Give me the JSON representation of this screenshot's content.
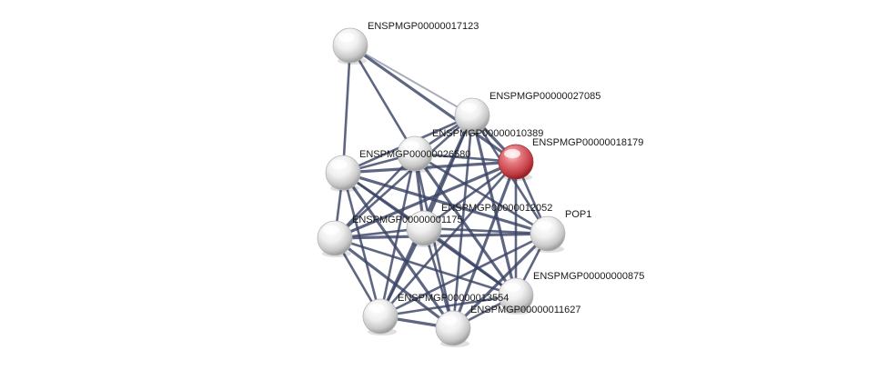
{
  "network": {
    "nodes": [
      {
        "id": "n17123",
        "label": "ENSPMGP00000017123",
        "highlight": false
      },
      {
        "id": "n27085",
        "label": "ENSPMGP00000027085",
        "highlight": false
      },
      {
        "id": "n10389",
        "label": "ENSPMGP00000010389",
        "highlight": false
      },
      {
        "id": "n18179",
        "label": "ENSPMGP00000018179",
        "highlight": true
      },
      {
        "id": "n26580",
        "label": "ENSPMGP00000026580",
        "highlight": false
      },
      {
        "id": "n12052",
        "label": "ENSPMGP00000012052",
        "highlight": false
      },
      {
        "id": "pop1",
        "label": "POP1",
        "highlight": false
      },
      {
        "id": "n01175",
        "label": "ENSPMGP00000001175",
        "highlight": false
      },
      {
        "id": "n00875",
        "label": "ENSPMGP00000000875",
        "highlight": false
      },
      {
        "id": "n13554",
        "label": "ENSPMGP00000013554",
        "highlight": false
      },
      {
        "id": "n11627",
        "label": "ENSPMGP00000011627",
        "highlight": false
      }
    ],
    "edges": [
      [
        "n17123",
        "n27085"
      ],
      [
        "n17123",
        "n10389"
      ],
      [
        "n17123",
        "n26580"
      ],
      [
        "n17123",
        "n18179"
      ],
      [
        "n27085",
        "n10389"
      ],
      [
        "n27085",
        "n26580"
      ],
      [
        "n27085",
        "n18179"
      ],
      [
        "n27085",
        "n12052"
      ],
      [
        "n27085",
        "n01175"
      ],
      [
        "n27085",
        "n13554"
      ],
      [
        "n27085",
        "n11627"
      ],
      [
        "n27085",
        "pop1"
      ],
      [
        "n27085",
        "n00875"
      ],
      [
        "n10389",
        "n26580"
      ],
      [
        "n10389",
        "n18179"
      ],
      [
        "n10389",
        "n12052"
      ],
      [
        "n10389",
        "pop1"
      ],
      [
        "n10389",
        "n01175"
      ],
      [
        "n10389",
        "n00875"
      ],
      [
        "n10389",
        "n13554"
      ],
      [
        "n10389",
        "n11627"
      ],
      [
        "n26580",
        "n18179"
      ],
      [
        "n26580",
        "n12052"
      ],
      [
        "n26580",
        "n01175"
      ],
      [
        "n26580",
        "pop1"
      ],
      [
        "n26580",
        "n00875"
      ],
      [
        "n26580",
        "n13554"
      ],
      [
        "n26580",
        "n11627"
      ],
      [
        "n18179",
        "n12052"
      ],
      [
        "n18179",
        "pop1"
      ],
      [
        "n18179",
        "n01175"
      ],
      [
        "n18179",
        "n00875"
      ],
      [
        "n18179",
        "n13554"
      ],
      [
        "n18179",
        "n11627"
      ],
      [
        "n12052",
        "pop1"
      ],
      [
        "n12052",
        "n01175"
      ],
      [
        "n12052",
        "n00875"
      ],
      [
        "n12052",
        "n13554"
      ],
      [
        "n12052",
        "n11627"
      ],
      [
        "pop1",
        "n01175"
      ],
      [
        "pop1",
        "n00875"
      ],
      [
        "pop1",
        "n13554"
      ],
      [
        "pop1",
        "n11627"
      ],
      [
        "n01175",
        "n00875"
      ],
      [
        "n01175",
        "n13554"
      ],
      [
        "n01175",
        "n11627"
      ],
      [
        "n00875",
        "n13554"
      ],
      [
        "n00875",
        "n11627"
      ],
      [
        "n13554",
        "n11627"
      ]
    ],
    "colors": {
      "edge": "#3b4466",
      "node": "#e4e4e4",
      "node_highlight": "#d2464e"
    }
  }
}
